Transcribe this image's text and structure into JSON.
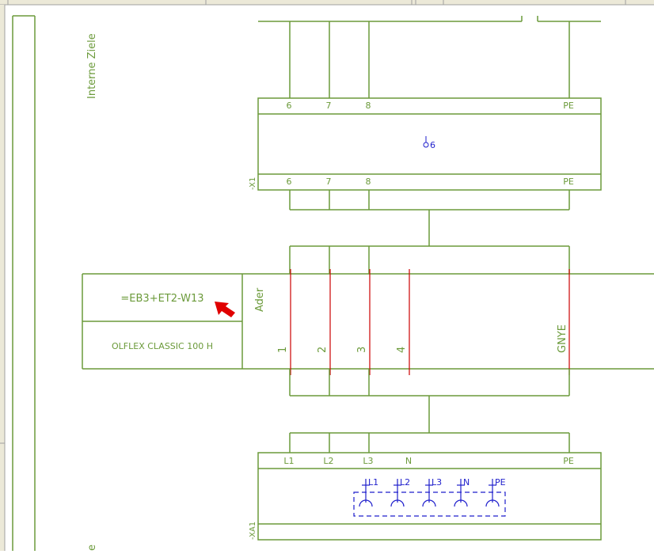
{
  "colors": {
    "wire": "#6b9a3a",
    "text": "#6b9a3a",
    "core": "#cc0000",
    "symbol": "#1f1fcc",
    "arrow": "#e00000",
    "ruler": "#ece9d8",
    "ruler_line": "#a0a0a0"
  },
  "side_labels": {
    "internal_targets": "Interne Ziele",
    "bottom_fragment": "e"
  },
  "terminal_x1": {
    "label": "-X1",
    "top_terminals": [
      "6",
      "7",
      "8",
      "PE"
    ],
    "bottom_terminals": [
      "6",
      "7",
      "8",
      "PE"
    ],
    "connector_ref": "6"
  },
  "cable": {
    "designation": "=EB3+ET2-W13",
    "type": "OLFLEX CLASSIC 100 H",
    "header": "Ader",
    "cores": [
      "1",
      "2",
      "3",
      "4",
      "GNYE"
    ]
  },
  "terminal_xa1": {
    "label": "-XA1",
    "top_terminals": [
      "L1",
      "L2",
      "L3",
      "N",
      "PE"
    ],
    "socket_labels": [
      "L1",
      "L2",
      "L3",
      "N",
      "PE"
    ]
  }
}
